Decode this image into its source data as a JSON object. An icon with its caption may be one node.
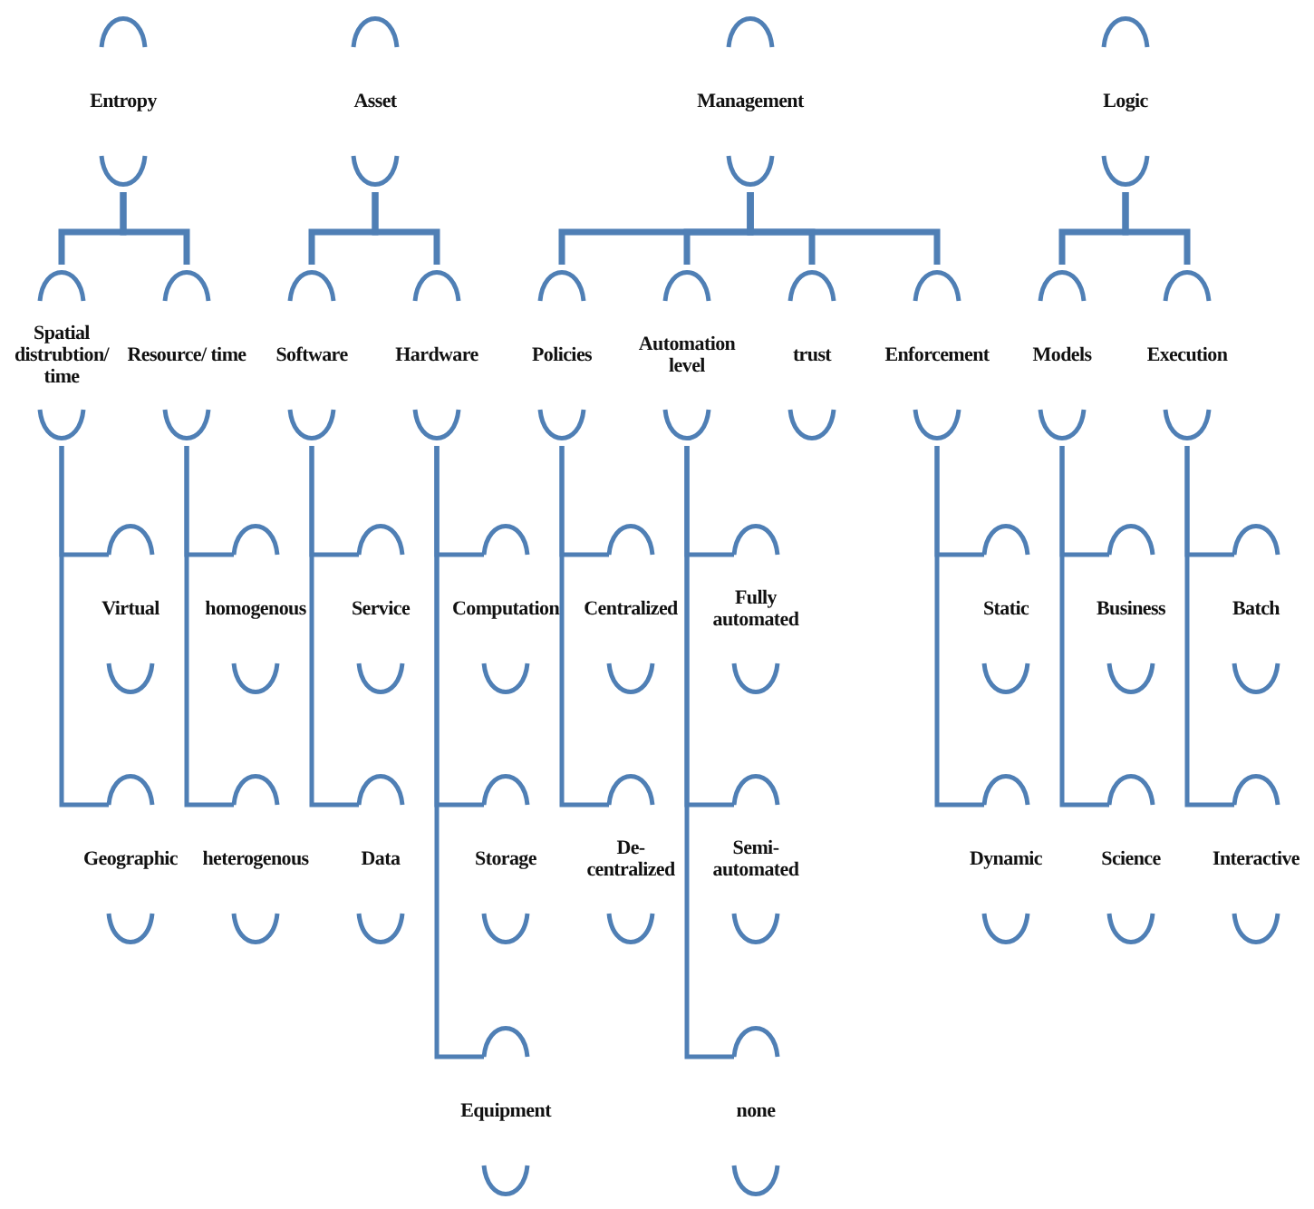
{
  "diagram": {
    "nodes": [
      {
        "text": [
          "Entropy"
        ]
      },
      {
        "text": [
          "Asset"
        ]
      },
      {
        "text": [
          "Management"
        ]
      },
      {
        "text": [
          "Logic"
        ]
      },
      {
        "text": [
          "Spatial distrubtion/ time"
        ]
      },
      {
        "text": [
          "Resource/ time"
        ]
      },
      {
        "text": [
          "Software"
        ]
      },
      {
        "text": [
          "Hardware"
        ]
      },
      {
        "text": [
          "Policies"
        ]
      },
      {
        "text": [
          "Automation level"
        ]
      },
      {
        "text": [
          "trust"
        ]
      },
      {
        "text": [
          "Enforcement"
        ]
      },
      {
        "text": [
          "Models"
        ]
      },
      {
        "text": [
          "Execution"
        ]
      },
      {
        "text": [
          "Virtual"
        ]
      },
      {
        "text": [
          "homogenous"
        ]
      },
      {
        "text": [
          "Service"
        ]
      },
      {
        "text": [
          "Computation"
        ]
      },
      {
        "text": [
          "Centralized"
        ]
      },
      {
        "text": [
          "Fully automated"
        ]
      },
      {
        "text": [
          "Static"
        ]
      },
      {
        "text": [
          "Business"
        ]
      },
      {
        "text": [
          "Batch"
        ]
      },
      {
        "text": [
          "Geographic"
        ]
      },
      {
        "text": [
          "heterogenous"
        ]
      },
      {
        "text": [
          "Data"
        ]
      },
      {
        "text": [
          "Storage"
        ]
      },
      {
        "text": [
          "De- centralized"
        ]
      },
      {
        "text": [
          "Semi- automated"
        ]
      },
      {
        "text": [
          "Dynamic"
        ]
      },
      {
        "text": [
          "Science"
        ]
      },
      {
        "text": [
          "Interactive"
        ]
      },
      {
        "text": [
          "Equipment"
        ]
      },
      {
        "text": [
          "none"
        ]
      }
    ],
    "edges": [
      {
        "from": 0,
        "to": 4,
        "arrow": "none"
      },
      {
        "from": 0,
        "to": 5,
        "arrow": "none"
      },
      {
        "from": 1,
        "to": 6,
        "arrow": "none"
      },
      {
        "from": 1,
        "to": 7,
        "arrow": "none"
      },
      {
        "from": 2,
        "to": 8,
        "arrow": "none"
      },
      {
        "from": 2,
        "to": 9,
        "arrow": "none"
      },
      {
        "from": 2,
        "to": 10,
        "arrow": "none"
      },
      {
        "from": 2,
        "to": 11,
        "arrow": "none"
      },
      {
        "from": 3,
        "to": 12,
        "arrow": "none"
      },
      {
        "from": 3,
        "to": 13,
        "arrow": "none"
      },
      {
        "from": 4,
        "to": 14,
        "arrow": "none"
      },
      {
        "from": 4,
        "to": 23,
        "arrow": "none"
      },
      {
        "from": 5,
        "to": 15,
        "arrow": "none"
      },
      {
        "from": 5,
        "to": 24,
        "arrow": "none"
      },
      {
        "from": 6,
        "to": 16,
        "arrow": "none"
      },
      {
        "from": 6,
        "to": 25,
        "arrow": "none"
      },
      {
        "from": 7,
        "to": 17,
        "arrow": "none"
      },
      {
        "from": 7,
        "to": 26,
        "arrow": "none"
      },
      {
        "from": 7,
        "to": 32,
        "arrow": "none"
      },
      {
        "from": 8,
        "to": 18,
        "arrow": "none"
      },
      {
        "from": 8,
        "to": 27,
        "arrow": "none"
      },
      {
        "from": 9,
        "to": 19,
        "arrow": "none"
      },
      {
        "from": 9,
        "to": 28,
        "arrow": "none"
      },
      {
        "from": 9,
        "to": 33,
        "arrow": "none"
      },
      {
        "from": 11,
        "to": 20,
        "arrow": "none"
      },
      {
        "from": 11,
        "to": 29,
        "arrow": "none"
      },
      {
        "from": 12,
        "to": 21,
        "arrow": "none"
      },
      {
        "from": 12,
        "to": 30,
        "arrow": "none"
      },
      {
        "from": 13,
        "to": 22,
        "arrow": "none"
      },
      {
        "from": 13,
        "to": 31,
        "arrow": "none"
      }
    ]
  }
}
